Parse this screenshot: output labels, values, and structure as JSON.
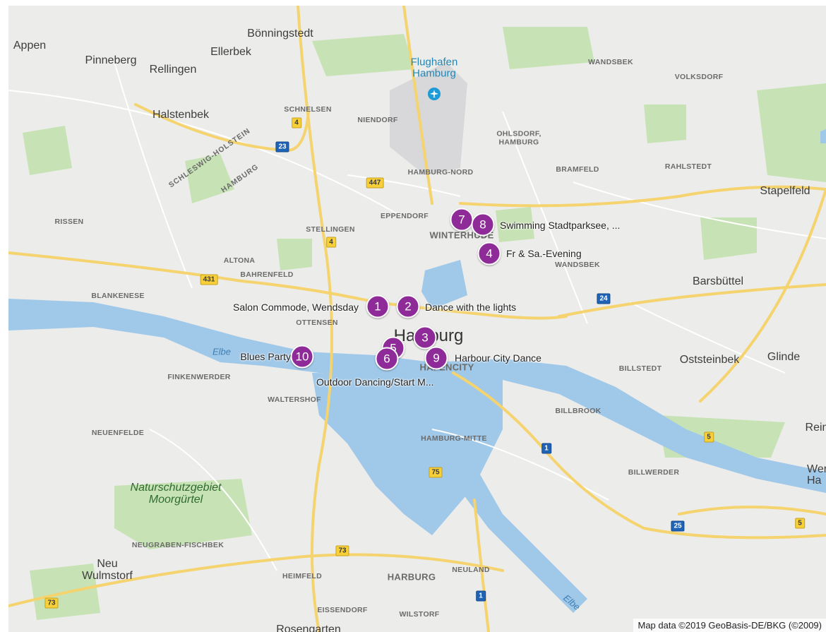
{
  "map": {
    "attribution": "Map data ©2019 GeoBasis-DE/BKG (©2009)",
    "colors": {
      "land": "#ececea",
      "water": "#9fc8e9",
      "park": "#c7e3b5",
      "road_major": "#f5d36e",
      "road_minor": "#ffffff",
      "marker": "#8e2b98"
    },
    "places": {
      "towns": [
        "Appen",
        "Pinneberg",
        "Rellingen",
        "Bönningstedt",
        "Ellerbek",
        "Halstenbek",
        "Stapelfeld",
        "Barsbüttel",
        "Oststeinbek",
        "Glinde",
        "Rein",
        "Wer Ha",
        "Neu Wulmstorf",
        "Rosengarten"
      ],
      "city": "Hamburg",
      "districts": [
        "WANDSBEK",
        "VOLKSDORF",
        "SCHNELSEN",
        "NIENDORF",
        "OHLSDORF, HAMBURG",
        "HAMBURG-NORD",
        "BRAMFELD",
        "RAHLSTEDT",
        "RISSEN",
        "EPPENDORF",
        "WINTERHUDE",
        "STELLINGEN",
        "ALTONA",
        "BAHRENFELD",
        "WANDSBEK",
        "BLANKENESE",
        "OTTENSEN",
        "FINKENWERDER",
        "WALTERSHOF",
        "HAFENCITY",
        "BILLSTEDT",
        "BILLBROOK",
        "NEUENFELDE",
        "HAMBURG-MITTE",
        "BILLWERDER",
        "NEUGRABEN-FISCHBEK",
        "HEIMFELD",
        "HARBURG",
        "NEULAND",
        "EISSENDORF",
        "WILSTORF"
      ],
      "curved": [
        "SCHLESWIG-HOLSTEIN",
        "HAMBURG"
      ],
      "airport": "Flughafen\nHamburg",
      "park": "Naturschutzgebiet\nMoorgürtel",
      "river": [
        "Elbe",
        "Elbe"
      ]
    },
    "shields": [
      "4",
      "23",
      "447",
      "4",
      "431",
      "24",
      "5",
      "1",
      "75",
      "25",
      "5",
      "73",
      "73",
      "1"
    ],
    "markers": [
      {
        "number": "1",
        "label": "Salon Commode, Wendsday"
      },
      {
        "number": "2",
        "label": "Dance with the lights"
      },
      {
        "number": "3",
        "label": ""
      },
      {
        "number": "4",
        "label": "Fr & Sa.-Evening"
      },
      {
        "number": "5",
        "label": ""
      },
      {
        "number": "6",
        "label": "Outdoor Dancing/Start M..."
      },
      {
        "number": "7",
        "label": ""
      },
      {
        "number": "8",
        "label": "Swimming Stadtparksee, ..."
      },
      {
        "number": "9",
        "label": "Harbour City Dance"
      },
      {
        "number": "10",
        "label": "Blues Party"
      }
    ]
  }
}
